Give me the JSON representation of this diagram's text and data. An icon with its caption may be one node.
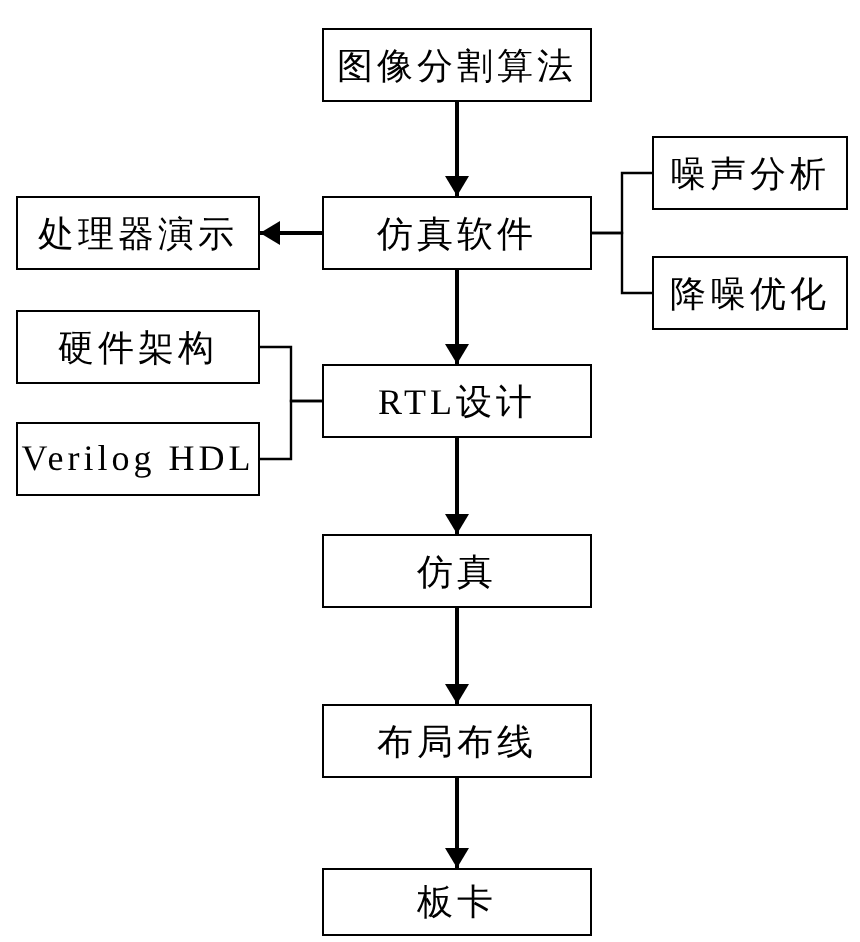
{
  "diagram": {
    "nodes": [
      {
        "text": [
          "图像分割算法"
        ]
      },
      {
        "text": [
          "仿真软件"
        ]
      },
      {
        "text": [
          "噪声分析"
        ]
      },
      {
        "text": [
          "降噪优化"
        ]
      },
      {
        "text": [
          "处理器演示"
        ]
      },
      {
        "text": [
          "硬件架构"
        ]
      },
      {
        "text": [
          "Verilog HDL"
        ]
      },
      {
        "text": [
          "RTL设计"
        ]
      },
      {
        "text": [
          "仿真"
        ]
      },
      {
        "text": [
          "布局布线"
        ]
      },
      {
        "text": [
          "板卡"
        ]
      }
    ],
    "edges": [
      {
        "from": 0,
        "to": 1,
        "arrow": "to"
      },
      {
        "from": 1,
        "to": 4,
        "arrow": "to"
      },
      {
        "from": 1,
        "to": 2,
        "arrow": "none"
      },
      {
        "from": 1,
        "to": 3,
        "arrow": "none"
      },
      {
        "from": 1,
        "to": 7,
        "arrow": "to"
      },
      {
        "from": 5,
        "to": 7,
        "arrow": "none"
      },
      {
        "from": 6,
        "to": 7,
        "arrow": "none"
      },
      {
        "from": 7,
        "to": 8,
        "arrow": "to"
      },
      {
        "from": 8,
        "to": 9,
        "arrow": "to"
      },
      {
        "from": 9,
        "to": 10,
        "arrow": "to"
      }
    ]
  }
}
